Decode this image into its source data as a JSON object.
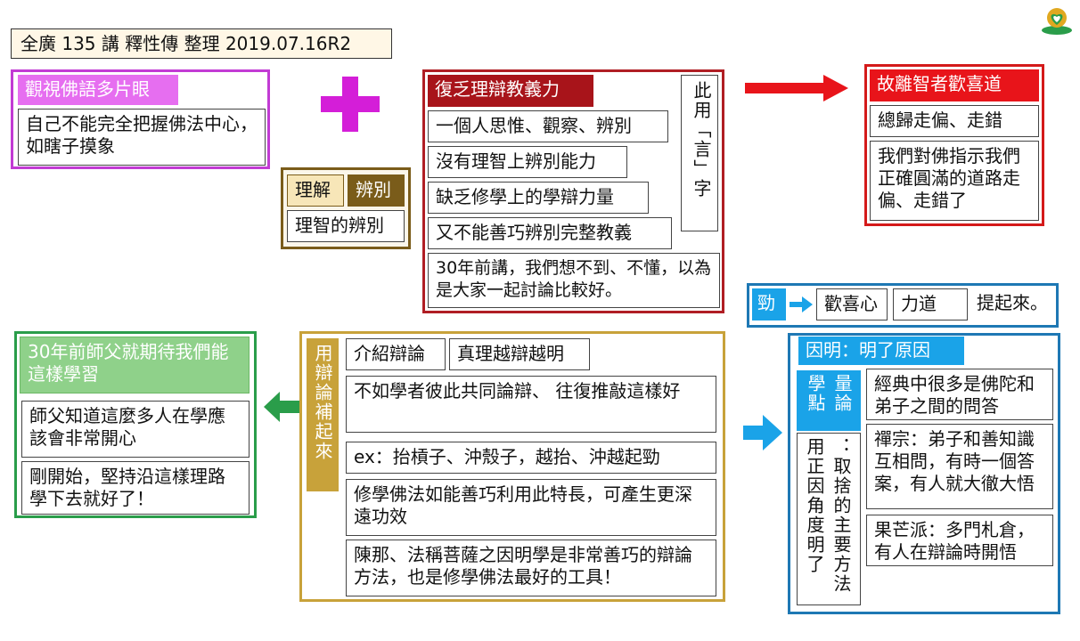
{
  "title": "全廣 135 講  釋性傳 整理  2019.07.16R2",
  "logo": {
    "icon": "lotus-heart-logo",
    "color": "#2a9d4a"
  },
  "colors": {
    "purple": "#c23bd4",
    "red": "#d41a1a",
    "darkred": "#b01e24",
    "green": "#2a9d4a",
    "gold": "#c8a23a",
    "blue": "#1e78b4",
    "cyan": "#1aa3e8",
    "brown": "#7a5c1a"
  },
  "purple_group": {
    "header": "觀視佛語多片眼",
    "body": "自己不能完全把握佛法中心，如瞎子摸象"
  },
  "brown_group": {
    "tag1": "理解",
    "tag2": "辨別",
    "body": "理智的辨別"
  },
  "red_group": {
    "header": "復乏理辯教義力",
    "items": [
      "一個人思惟、觀察、辨別",
      "沒有理智上辨別能力",
      "缺乏修學上的學辯力量",
      "又不能善巧辨別完整教義"
    ],
    "note": "30年前講，我們想不到、不懂，以為是大家一起討論比較好。",
    "side_vertical": "此用「言」字"
  },
  "result_group": {
    "header": "故離智者歡喜道",
    "item1": "總歸走偏、走錯",
    "item2": "我們對佛指示我們正確圓滿的道路走偏、走錯了"
  },
  "green_group": {
    "header": "30年前師父就期待我們能這樣學習",
    "item1": "師父知道這麼多人在學應該會非常開心",
    "item2": "剛開始，堅持沿這樣理路學下去就好了！"
  },
  "gold_group": {
    "side_vertical": "用辯論補起來",
    "tag1": "介紹辯論",
    "tag2": "真理越辯越明",
    "items": [
      "不如學者彼此共同論辯、 往復推敲這樣好",
      "ex：抬槓子、沖殼子，越抬、沖越起勁",
      "修學佛法如能善巧利用此特長，可產生更深遠功效",
      "陳那、法稱菩薩之因明學是非常善巧的辯論方法，也是修學佛法最好的工具！"
    ]
  },
  "strength_row": {
    "tag": "勁",
    "item1": "歡喜心",
    "item2": "力道",
    "tail": "提起來。"
  },
  "blue_group": {
    "header": "因明：明了原因",
    "key_vertical": "量論學點",
    "side_vertical": "：取捨的主要方法用正因角度明了",
    "items": [
      "經典中很多是佛陀和弟子之間的問答",
      "禪宗：弟子和善知識互相問，有時一個答案，有人就大徹大悟",
      "果芒派：多門札倉，有人在辯論時開悟"
    ]
  }
}
